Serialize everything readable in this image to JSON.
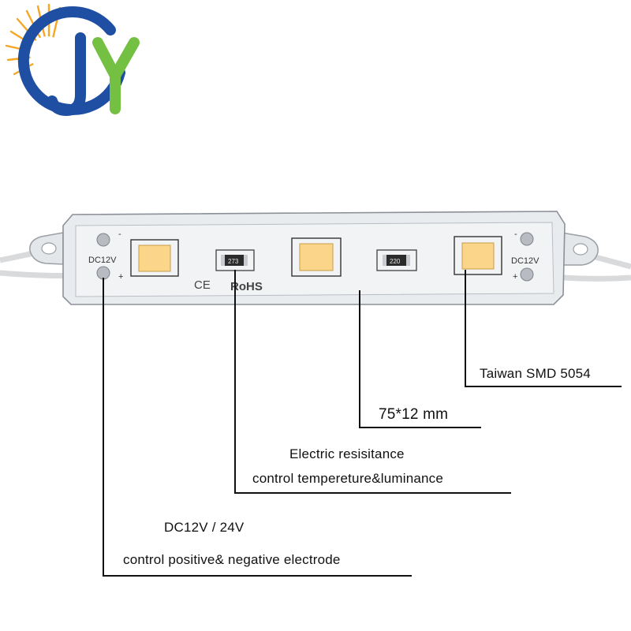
{
  "logo": {
    "letters": "JY",
    "colors": {
      "blue": "#1f4fa3",
      "green": "#74c043",
      "sun": "#f5a623"
    }
  },
  "module": {
    "left_label": "DC12V",
    "right_label": "DC12V",
    "minus": "-",
    "plus": "+",
    "resistor_left_code": "273",
    "resistor_right_code": "220",
    "ce_mark": "CE",
    "rohs": "RoHS",
    "led_count": 3,
    "led_color": "#fbd58a",
    "housing_color": "#e9ecef"
  },
  "callouts": {
    "smd": "Taiwan SMD 5054",
    "size": "75*12 mm",
    "resistance_line1": "Electric resisitance",
    "resistance_line2": "control tempereture&luminance",
    "voltage_line1": "DC12V / 24V",
    "voltage_line2": "control positive& negative electrode"
  }
}
